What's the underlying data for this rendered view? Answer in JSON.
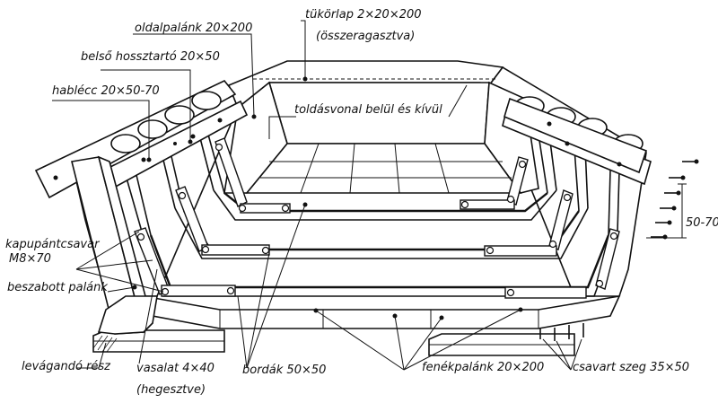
{
  "labels": {
    "tukorlap": "tükörlap 2×20×200",
    "tukorlap_note": "(összeragasztva)",
    "oldalpalank": "oldalpalánk 20×200",
    "belso_hossztarto": "belső hossztartó 20×50",
    "hablec": "hablécc 20×50-70",
    "toldasvonal": "toldásvonal belül és kívül",
    "kapupantcsavar": "kapupántcsavar",
    "kapupantcsavar_size": "M8×70",
    "beszabott_palank": "beszabott palánk",
    "levagando_resz": "levágandó rész",
    "vasalat": "vasalat 4×40",
    "vasalat_note": "(hegesztve)",
    "bordak": "bordák 50×50",
    "fenekpalank": "fenékpalánk 20×200",
    "csavart_szeg": "csavart szeg 35×50",
    "dim_50_70": "50-70"
  }
}
